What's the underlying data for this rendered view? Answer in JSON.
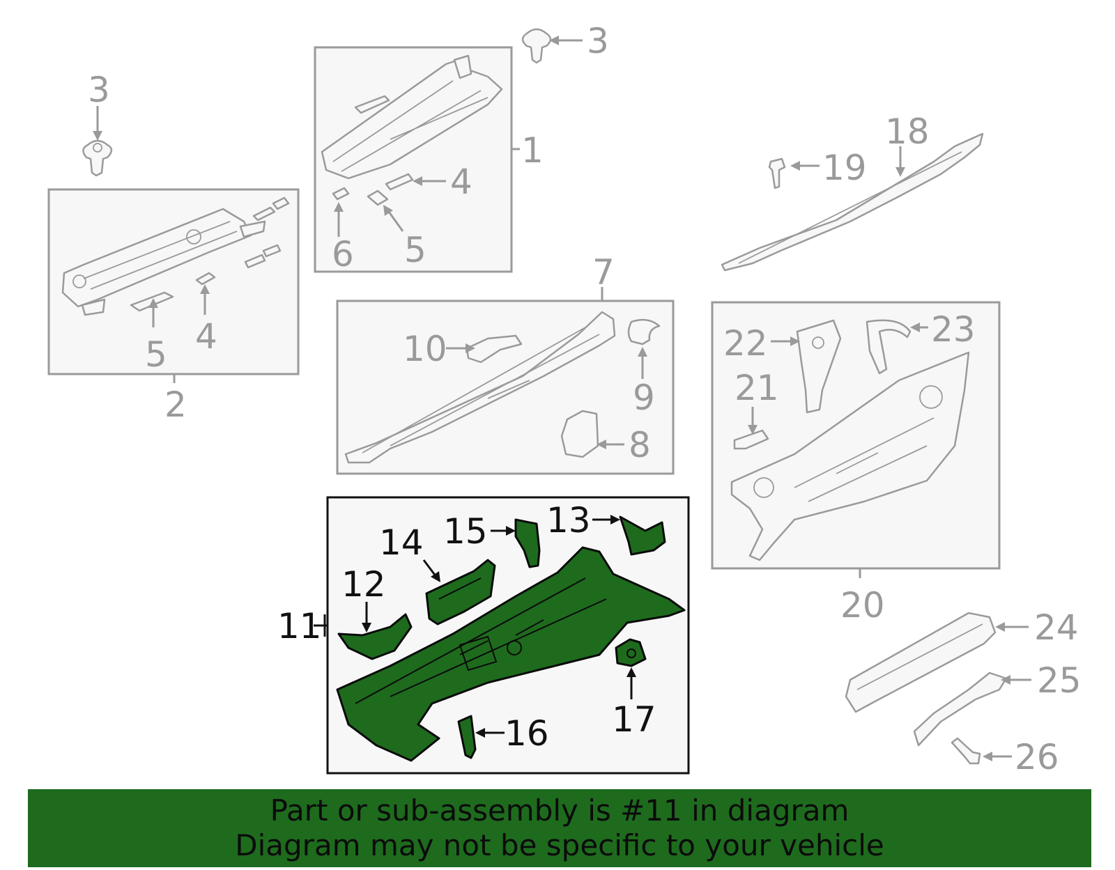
{
  "diagram": {
    "labels": {
      "l1": "1",
      "l2": "2",
      "l3a": "3",
      "l3b": "3",
      "l4a": "4",
      "l4b": "4",
      "l5a": "5",
      "l5b": "5",
      "l6": "6",
      "l7": "7",
      "l8": "8",
      "l9": "9",
      "l10": "10",
      "l11": "11",
      "l12": "12",
      "l13": "13",
      "l14": "14",
      "l15": "15",
      "l16": "16",
      "l17": "17",
      "l18": "18",
      "l19": "19",
      "l20": "20",
      "l21": "21",
      "l22": "22",
      "l23": "23",
      "l24": "24",
      "l25": "25",
      "l26": "26"
    },
    "highlight_color": "#1e6b1e",
    "outline_color": "#9a9a9a"
  },
  "banner": {
    "line1": "Part or sub-assembly is #11 in diagram",
    "line2": "Diagram may not be specific to your vehicle",
    "color": "#1e6b1e"
  }
}
